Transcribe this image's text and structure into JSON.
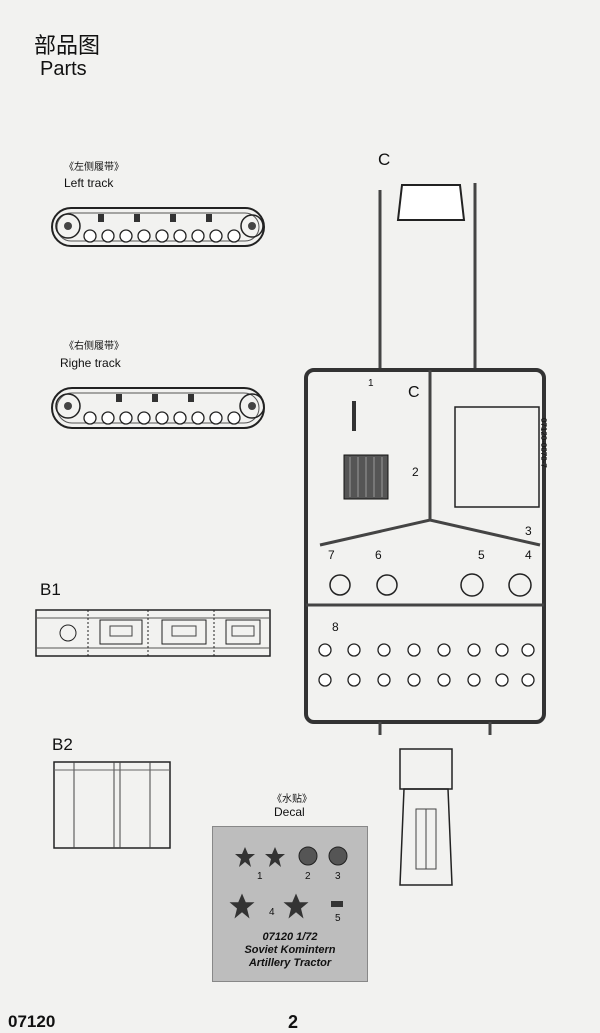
{
  "header": {
    "title_cn": "部品图",
    "title_en": "Parts"
  },
  "left_track": {
    "label_cn": "《左侧履带》",
    "label_en": "Left track"
  },
  "right_track": {
    "label_cn": "《右侧履带》",
    "label_en": "Righe track"
  },
  "sprues": {
    "b1": "B1",
    "b2": "B2",
    "c": "C",
    "c_tag": "C",
    "c_code": "07120-0070-7"
  },
  "part_numbers": {
    "n1": "1",
    "n2": "2",
    "n3": "3",
    "n4": "4",
    "n5": "5",
    "n6": "6",
    "n7": "7",
    "n8": "8"
  },
  "decal": {
    "label_cn": "《水贴》",
    "label_en": "Decal",
    "numbers": [
      "1",
      "2",
      "3",
      "4",
      "5"
    ],
    "line1": "07120 1/72",
    "line2": "Soviet Komintern",
    "line3": "Artillery Tractor"
  },
  "footer": {
    "code": "07120",
    "page": "2"
  }
}
